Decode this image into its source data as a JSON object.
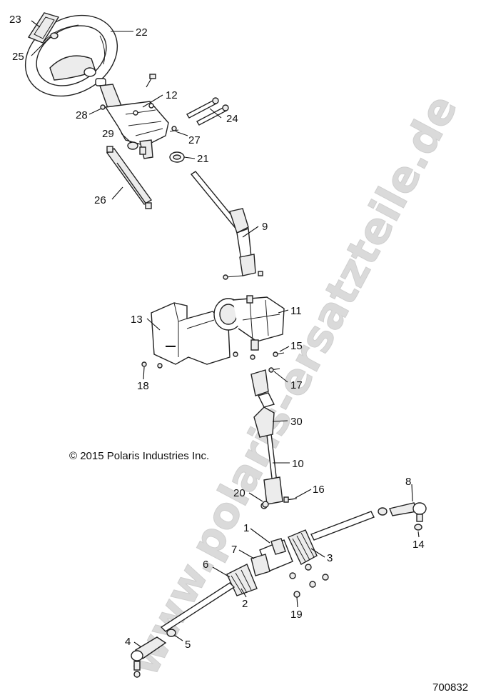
{
  "watermark": "www.polaris-ersatzteile.de",
  "copyright": "© 2015 Polaris Industries Inc.",
  "diagram_id": "700832",
  "callouts": [
    "1",
    "2",
    "3",
    "4",
    "5",
    "6",
    "7",
    "8",
    "9",
    "10",
    "11",
    "12",
    "13",
    "14",
    "15",
    "16",
    "17",
    "18",
    "19",
    "20",
    "21",
    "22",
    "23",
    "24",
    "25",
    "26",
    "27",
    "28",
    "29",
    "30"
  ]
}
